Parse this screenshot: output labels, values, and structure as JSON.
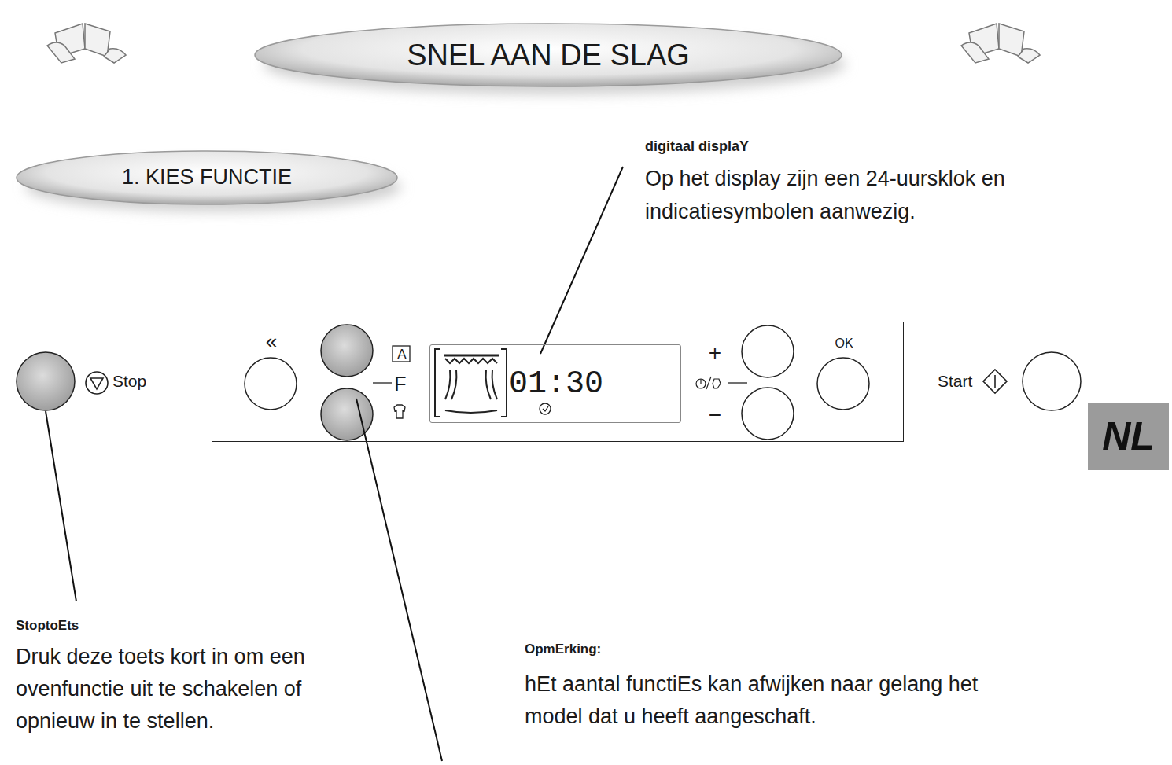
{
  "diagram": {
    "title": "SNEL AAN DE SLAG",
    "nodes": [
      {
        "text": [
          "1. KIES FUNCTIE"
        ]
      },
      {
        "text": [
          "«",
          "A",
          "F",
          "+",
          "−",
          "OK"
        ]
      },
      {
        "text": [
          "01:30"
        ],
        "in": 1
      },
      {
        "text": [
          "NL"
        ]
      }
    ],
    "labels": [
      "digitaal displaY",
      "Op het display zijn een 24-uursklok en indicatiesymbolen aanwezig.",
      "Stop",
      "Start",
      "StoptoEts",
      "Druk deze toets kort in om een ovenfunctie uit te schakelen of opnieuw in te stellen.",
      "OpmErking:",
      "hEt aantal functiEs kan afwijken naar gelang het model dat u heeft aangeschaft."
    ]
  }
}
